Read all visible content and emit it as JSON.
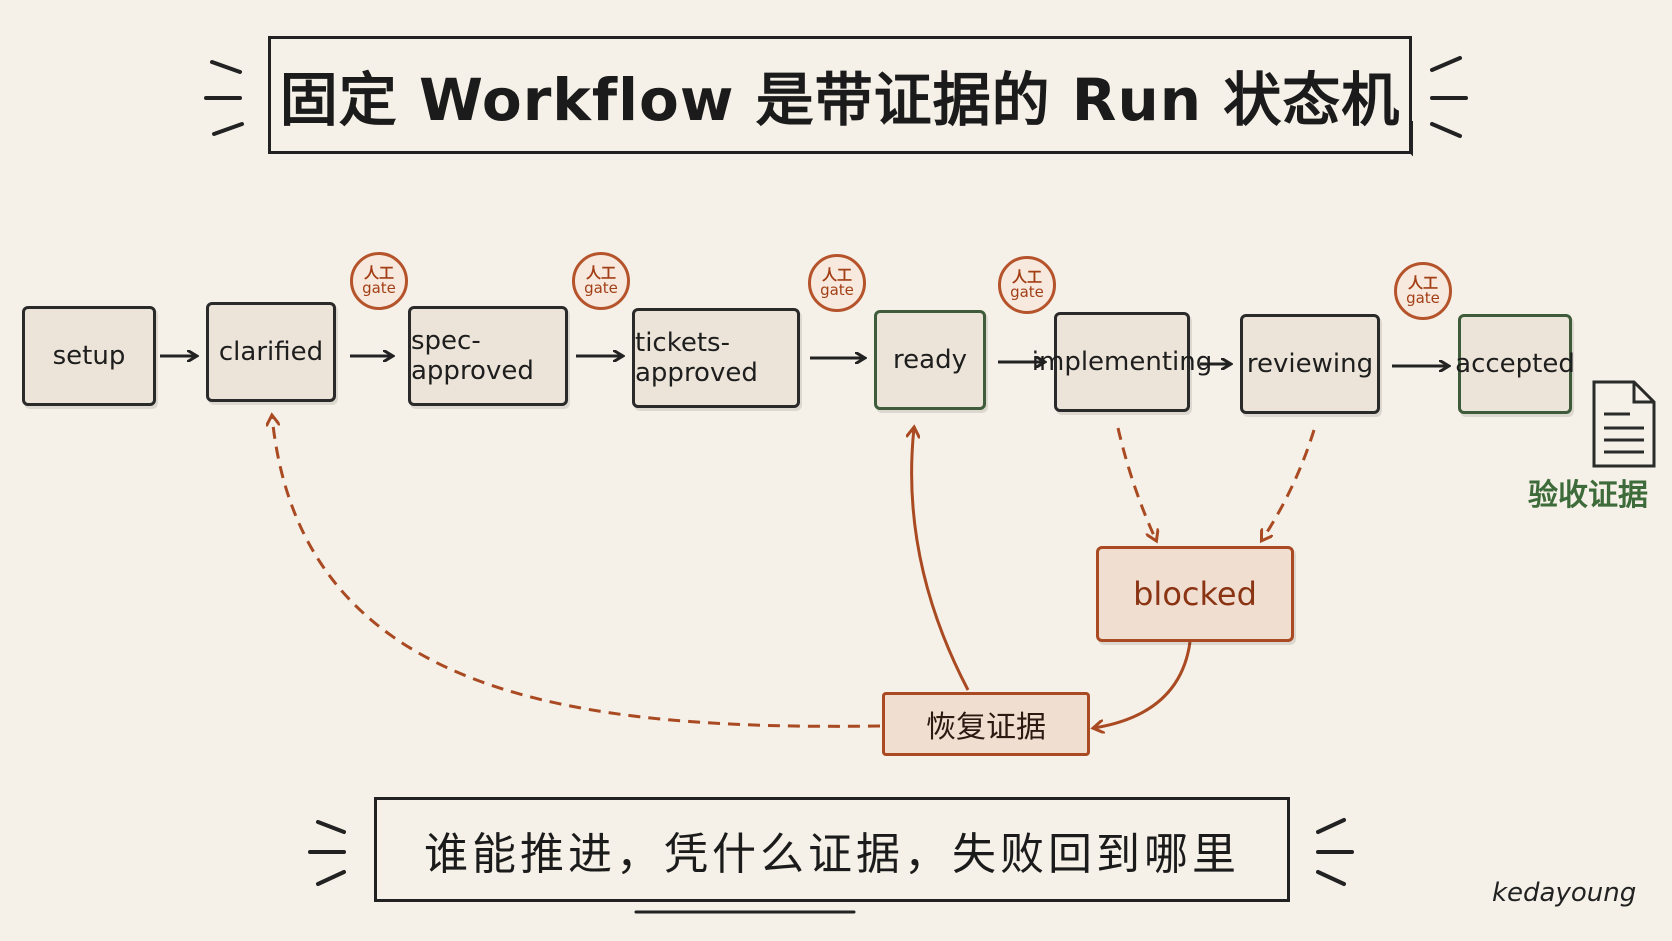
{
  "title": "固定 Workflow 是带证据的 Run 状态机",
  "states": [
    {
      "id": "setup",
      "label": "setup",
      "style": "neutral"
    },
    {
      "id": "clarified",
      "label": "clarified",
      "style": "neutral"
    },
    {
      "id": "spec-approved",
      "label": "spec-approved",
      "style": "neutral"
    },
    {
      "id": "tickets-approved",
      "label": "tickets-approved",
      "style": "neutral"
    },
    {
      "id": "ready",
      "label": "ready",
      "style": "green"
    },
    {
      "id": "implementing",
      "label": "implementing",
      "style": "neutral"
    },
    {
      "id": "reviewing",
      "label": "reviewing",
      "style": "neutral"
    },
    {
      "id": "accepted",
      "label": "accepted",
      "style": "green"
    }
  ],
  "gate": {
    "line1": "人工",
    "line2": "gate"
  },
  "gates_after": [
    "clarified",
    "spec-approved",
    "tickets-approved",
    "ready",
    "reviewing"
  ],
  "blocked": {
    "label": "blocked"
  },
  "recovery": {
    "label": "恢复证据"
  },
  "evidence": {
    "label": "验收证据",
    "icon": "document-icon"
  },
  "tagline": "谁能推进，凭什么证据，失败回到哪里",
  "signature": "kedayoung",
  "colors": {
    "ink": "#222222",
    "accent_red": "#a94a22",
    "accent_green": "#3e5b3a",
    "paper": "#f5f1e8"
  }
}
